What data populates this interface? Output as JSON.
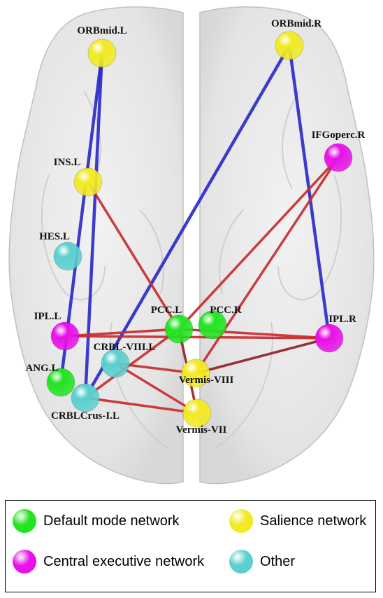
{
  "colors": {
    "default_mode": "#22e422",
    "salience": "#f2ea22",
    "central_executive": "#e812e8",
    "other": "#5ccfcf",
    "edge_blue": "#2828c8",
    "edge_red": "#c8282a",
    "edge_darkred": "#8e1f24"
  },
  "nodes": [
    {
      "id": "ORBmid.L",
      "label": "ORBmid.L",
      "network": "salience"
    },
    {
      "id": "ORBmid.R",
      "label": "ORBmid.R",
      "network": "salience"
    },
    {
      "id": "IFGoperc.R",
      "label": "IFGoperc.R",
      "network": "central_executive"
    },
    {
      "id": "INS.L",
      "label": "INS.L",
      "network": "salience"
    },
    {
      "id": "HES.L",
      "label": "HES.L",
      "network": "other"
    },
    {
      "id": "PCC.L",
      "label": "PCC.L",
      "network": "default_mode"
    },
    {
      "id": "PCC.R",
      "label": "PCC.R",
      "network": "default_mode"
    },
    {
      "id": "IPL.L",
      "label": "IPL.L",
      "network": "central_executive"
    },
    {
      "id": "IPL.R",
      "label": "IPL.R",
      "network": "central_executive"
    },
    {
      "id": "CRBL-VIII.L",
      "label": "CRBL-VIII.L",
      "network": "other"
    },
    {
      "id": "ANG.L",
      "label": "ANG.L",
      "network": "default_mode"
    },
    {
      "id": "Vermis-VIII",
      "label": "Vermis-VIII",
      "network": "salience"
    },
    {
      "id": "CRBLCrus-I.L",
      "label": "CRBLCrus-I.L",
      "network": "other"
    },
    {
      "id": "Vermis-VII",
      "label": "Vermis-VII",
      "network": "salience"
    }
  ],
  "edges": [
    {
      "from": "ORBmid.L",
      "to": "ANG.L",
      "color": "blue"
    },
    {
      "from": "ORBmid.L",
      "to": "CRBLCrus-I.L",
      "color": "blue"
    },
    {
      "from": "ORBmid.R",
      "to": "CRBLCrus-I.L",
      "color": "blue"
    },
    {
      "from": "ORBmid.R",
      "to": "IPL.R",
      "color": "blue"
    },
    {
      "from": "INS.L",
      "to": "PCC.L",
      "color": "red"
    },
    {
      "from": "IFGoperc.R",
      "to": "PCC.L",
      "color": "red"
    },
    {
      "from": "IFGoperc.R",
      "to": "Vermis-VIII",
      "color": "red"
    },
    {
      "from": "IPL.L",
      "to": "PCC.L",
      "color": "red"
    },
    {
      "from": "IPL.L",
      "to": "IPL.R",
      "color": "red"
    },
    {
      "from": "PCC.L",
      "to": "IPL.R",
      "color": "red"
    },
    {
      "from": "PCC.L",
      "to": "CRBLCrus-I.L",
      "color": "red"
    },
    {
      "from": "PCC.L",
      "to": "Vermis-VII",
      "color": "darkred"
    },
    {
      "from": "CRBL-VIII.L",
      "to": "Vermis-VIII",
      "color": "red"
    },
    {
      "from": "CRBL-VIII.L",
      "to": "Vermis-VII",
      "color": "red"
    },
    {
      "from": "CRBLCrus-I.L",
      "to": "Vermis-VII",
      "color": "red"
    },
    {
      "from": "Vermis-VIII",
      "to": "IPL.R",
      "color": "darkred"
    }
  ],
  "legend": [
    {
      "label": "Default mode network",
      "network": "default_mode"
    },
    {
      "label": "Salience network",
      "network": "salience"
    },
    {
      "label": "Central executive network",
      "network": "central_executive"
    },
    {
      "label": "Other",
      "network": "other"
    }
  ]
}
